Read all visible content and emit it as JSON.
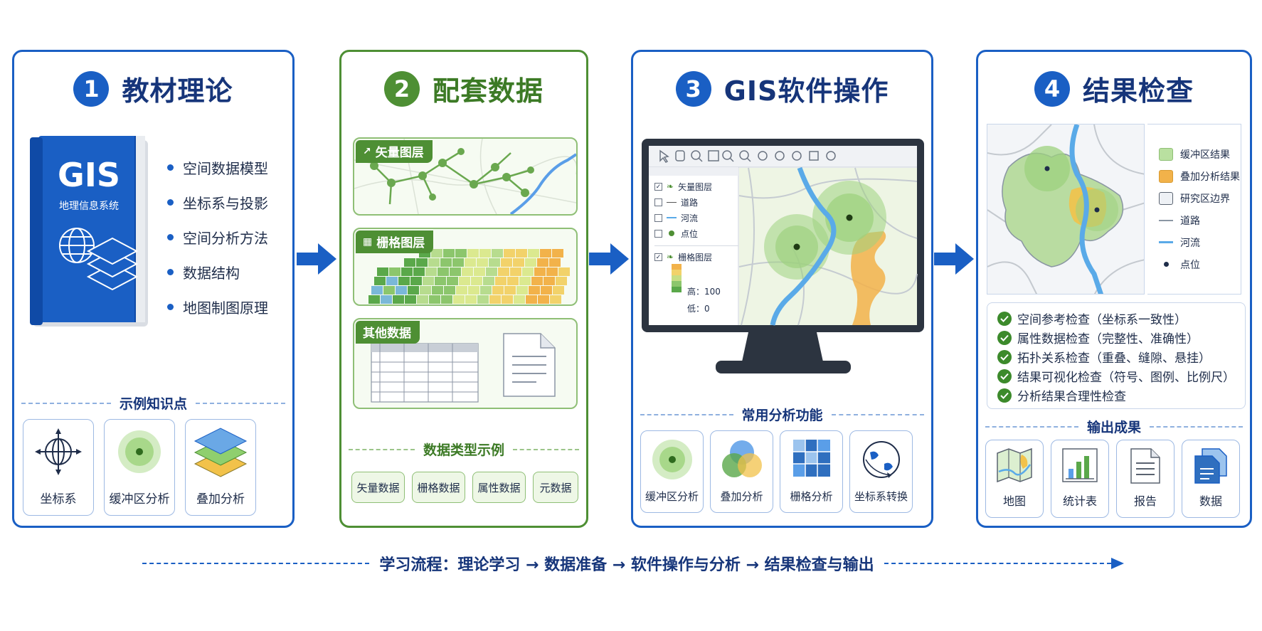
{
  "colors": {
    "blue": "#1a5fc4",
    "green": "#4e8f34",
    "navy": "#16357a",
    "orange": "#f2b24a",
    "buffer_green": "#9ed27f"
  },
  "panel1": {
    "num": "1",
    "title": "教材理论",
    "book_title": "GIS",
    "book_subtitle": "地理信息系统",
    "bullets": [
      "空间数据模型",
      "坐标系与投影",
      "空间分析方法",
      "数据结构",
      "地图制图原理"
    ],
    "section": "示例知识点",
    "cards": [
      {
        "label": "坐标系",
        "icon": "compass-axis-icon"
      },
      {
        "label": "缓冲区分析",
        "icon": "buffer-icon"
      },
      {
        "label": "叠加分析",
        "icon": "layer-stack-icon"
      }
    ]
  },
  "panel2": {
    "num": "2",
    "title": "配套数据",
    "boxes": [
      {
        "tag": "矢量图层",
        "icon": "vector-icon"
      },
      {
        "tag": "栅格图层",
        "icon": "raster-icon"
      },
      {
        "tag": "其他数据",
        "icon": ""
      }
    ],
    "section": "数据类型示例",
    "chips": [
      "矢量数据",
      "栅格数据",
      "属性数据",
      "元数据"
    ]
  },
  "panel3": {
    "num": "3",
    "title": "GIS软件操作",
    "layers": [
      {
        "label": "矢量图层",
        "checked": true
      },
      {
        "label": "道路",
        "checked": false
      },
      {
        "label": "河流",
        "checked": false
      },
      {
        "label": "点位",
        "checked": false
      },
      {
        "label": "栅格图层",
        "checked": true
      }
    ],
    "raster_high": "高：100",
    "raster_low": "低：0",
    "section": "常用分析功能",
    "cards": [
      {
        "label": "缓冲区分析",
        "icon": "buffer-icon"
      },
      {
        "label": "叠加分析",
        "icon": "overlay-venn-icon"
      },
      {
        "label": "栅格分析",
        "icon": "grid-icon"
      },
      {
        "label": "坐标系转换",
        "icon": "globe-icon"
      }
    ]
  },
  "panel4": {
    "num": "4",
    "title": "结果检查",
    "legend": [
      "缓冲区结果",
      "叠加分析结果",
      "研究区边界",
      "道路",
      "河流",
      "点位"
    ],
    "checks": [
      "空间参考检查（坐标系一致性）",
      "属性数据检查（完整性、准确性）",
      "拓扑关系检查（重叠、缝隙、悬挂）",
      "结果可视化检查（符号、图例、比例尺）",
      "分析结果合理性检查"
    ],
    "section": "输出成果",
    "cards": [
      {
        "label": "地图",
        "icon": "map-icon"
      },
      {
        "label": "统计表",
        "icon": "bar-chart-icon"
      },
      {
        "label": "报告",
        "icon": "document-icon"
      },
      {
        "label": "数据",
        "icon": "data-file-icon"
      }
    ]
  },
  "flow": "学习流程：理论学习 → 数据准备 → 软件操作与分析 → 结果检查与输出"
}
